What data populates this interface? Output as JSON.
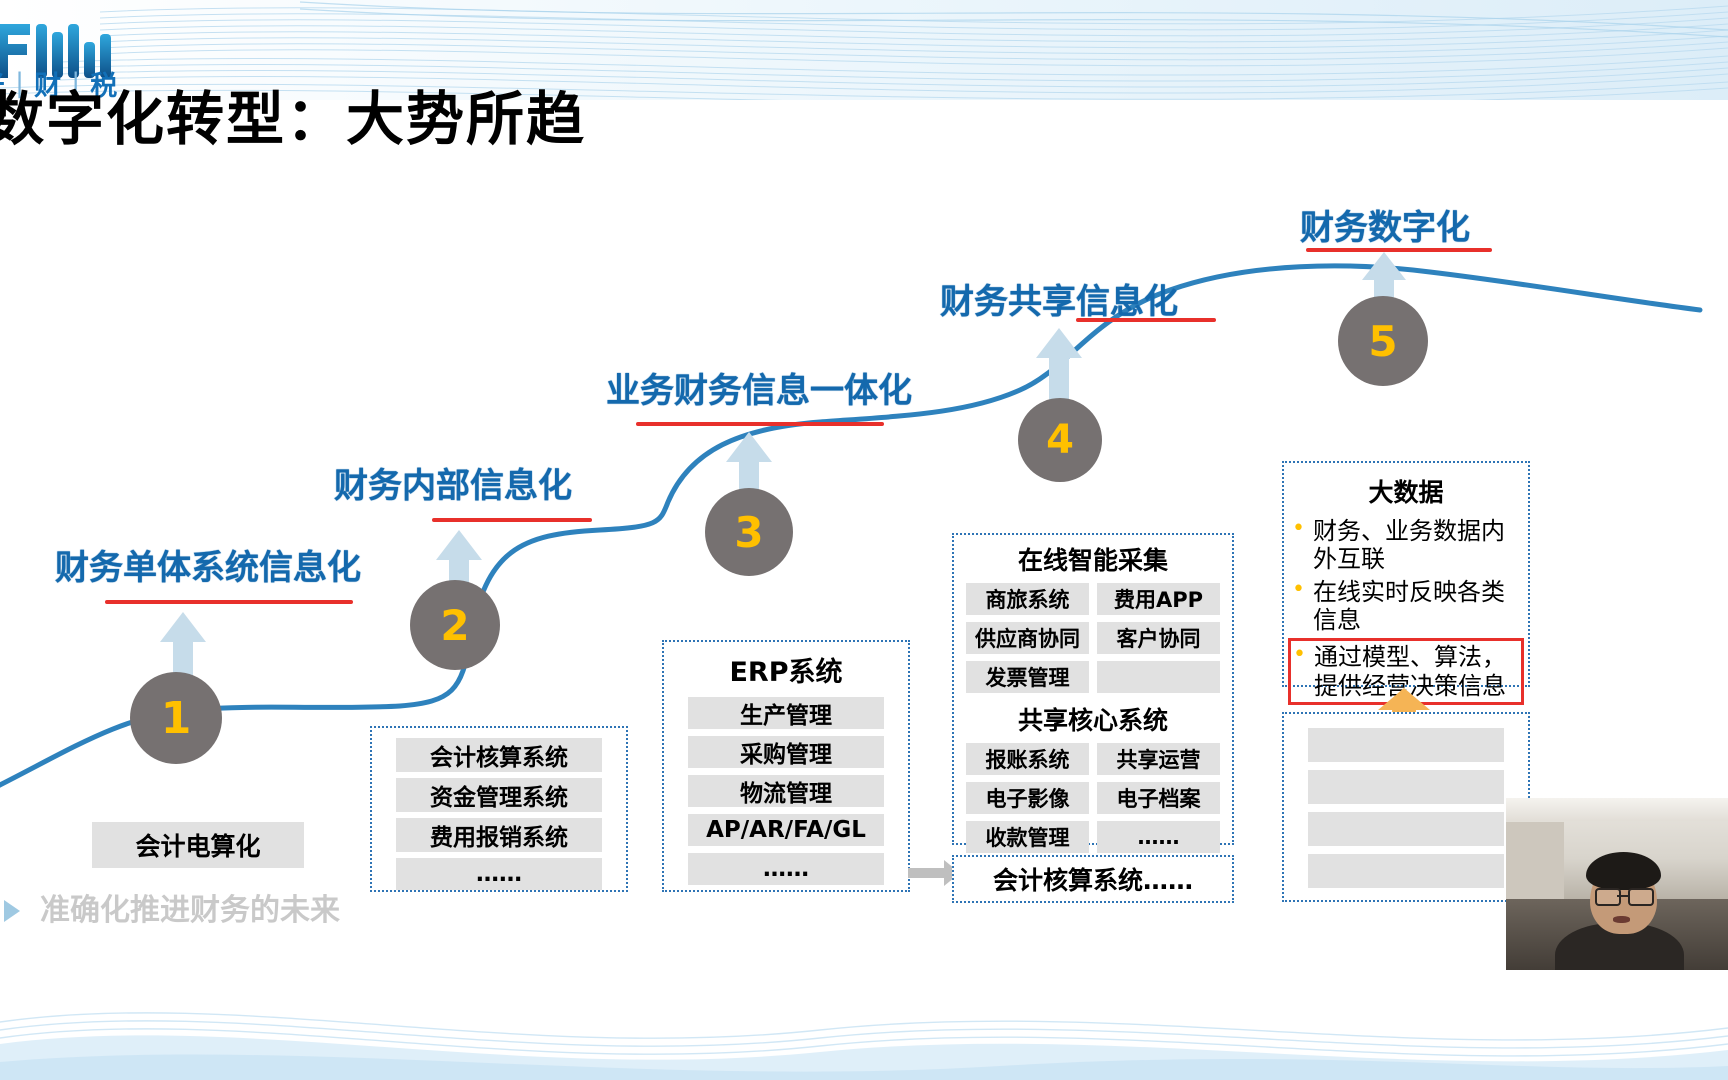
{
  "slide": {
    "title": "数字化转型：大势所趋",
    "logo": {
      "mark_name": "fm-logo-mark",
      "words": [
        "米",
        "财",
        "税"
      ],
      "brand_color": "#1270b8"
    }
  },
  "colors": {
    "heading_blue": "#1469ad",
    "underline_red": "#e8302b",
    "circle_grey": "#767171",
    "circle_number": "#ffc000",
    "curve_blue": "#2e82bd",
    "chip_grey": "#e1e1e1",
    "dotted_border": "#2e74b5",
    "arrow_light_blue": "#c6dcea",
    "orange_arrow": "#f5b455"
  },
  "stages": [
    {
      "number": "1",
      "heading": "财务单体系统信息化",
      "box": {
        "title": "",
        "items": [
          "会计电算化"
        ]
      }
    },
    {
      "number": "2",
      "heading": "财务内部信息化",
      "box": {
        "title": "",
        "items": [
          "会计核算系统",
          "资金管理系统",
          "费用报销系统",
          "……"
        ]
      }
    },
    {
      "number": "3",
      "heading": "业务财务信息一体化",
      "box": {
        "title": "ERP系统",
        "items": [
          "生产管理",
          "采购管理",
          "物流管理",
          "AP/AR/FA/GL",
          "……"
        ]
      }
    },
    {
      "number": "4",
      "heading": "财务共享信息化",
      "box": {
        "group1_title": "在线智能采集",
        "group1_rows": [
          [
            "商旅系统",
            "费用APP"
          ],
          [
            "供应商协同",
            "客户协同"
          ],
          [
            "发票管理",
            ""
          ]
        ],
        "group2_title": "共享核心系统",
        "group2_rows": [
          [
            "报账系统",
            "共享运营"
          ],
          [
            "电子影像",
            "电子档案"
          ],
          [
            "收款管理",
            "……"
          ]
        ]
      },
      "footer_box": {
        "items": [
          "会计核算系统……"
        ]
      }
    },
    {
      "number": "5",
      "heading": "财务数字化",
      "bigdata": {
        "title": "大数据",
        "bullets": [
          {
            "text": "财务、业务数据内外互联",
            "highlight": false
          },
          {
            "text": "在线实时反映各类信息",
            "highlight": false
          },
          {
            "text": "通过模型、算法，提供经营决策信息",
            "highlight": true
          }
        ]
      },
      "lower_box": {
        "items": [
          "",
          "",
          "",
          ""
        ]
      }
    }
  ],
  "footer": {
    "faded_text": "准确化推进财务的未来",
    "play_icon": "play-triangle-icon"
  },
  "webcam": {
    "label": "presenter-video-overlay"
  }
}
